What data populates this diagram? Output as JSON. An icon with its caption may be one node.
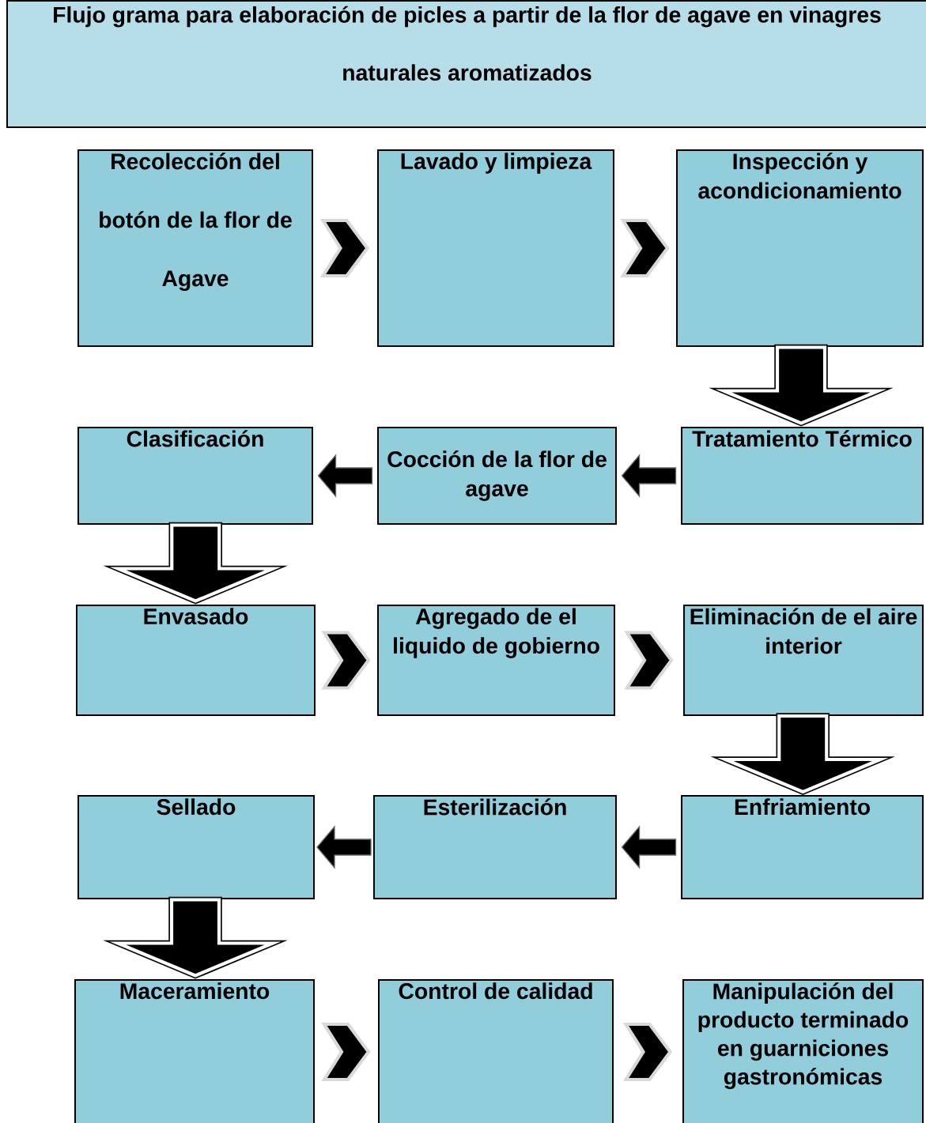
{
  "diagram": {
    "title": "Flujo grama para elaboración de picles a partir de la flor de agave en vinagres naturales aromatizados",
    "nodes": [
      {
        "text": [
          "Recolección del botón de la flor de Agave"
        ]
      },
      {
        "text": [
          "Lavado y limpieza"
        ]
      },
      {
        "text": [
          "Inspección y acondicionamiento"
        ]
      },
      {
        "text": [
          "Clasificación"
        ]
      },
      {
        "text": [
          "Cocción de la flor de agave"
        ]
      },
      {
        "text": [
          "Tratamiento Térmico"
        ]
      },
      {
        "text": [
          "Envasado"
        ]
      },
      {
        "text": [
          "Agregado de el liquido de gobierno"
        ]
      },
      {
        "text": [
          "Eliminación de el aire interior"
        ]
      },
      {
        "text": [
          "Sellado"
        ]
      },
      {
        "text": [
          "Esterilización"
        ]
      },
      {
        "text": [
          "Enfriamiento"
        ]
      },
      {
        "text": [
          "Maceramiento"
        ]
      },
      {
        "text": [
          "Control de calidad"
        ]
      },
      {
        "text": [
          "Manipulación del producto terminado en guarniciones gastronómicas"
        ]
      }
    ],
    "edges": [
      {
        "from": 0,
        "to": 1,
        "arrow": "to"
      },
      {
        "from": 1,
        "to": 2,
        "arrow": "to"
      },
      {
        "from": 2,
        "to": 5,
        "arrow": "to"
      },
      {
        "from": 5,
        "to": 4,
        "arrow": "to"
      },
      {
        "from": 4,
        "to": 3,
        "arrow": "to"
      },
      {
        "from": 3,
        "to": 6,
        "arrow": "to"
      },
      {
        "from": 6,
        "to": 7,
        "arrow": "to"
      },
      {
        "from": 7,
        "to": 8,
        "arrow": "to"
      },
      {
        "from": 8,
        "to": 11,
        "arrow": "to"
      },
      {
        "from": 11,
        "to": 10,
        "arrow": "to"
      },
      {
        "from": 10,
        "to": 9,
        "arrow": "to"
      },
      {
        "from": 9,
        "to": 12,
        "arrow": "to"
      },
      {
        "from": 12,
        "to": 13,
        "arrow": "to"
      },
      {
        "from": 13,
        "to": 14,
        "arrow": "to"
      }
    ]
  }
}
